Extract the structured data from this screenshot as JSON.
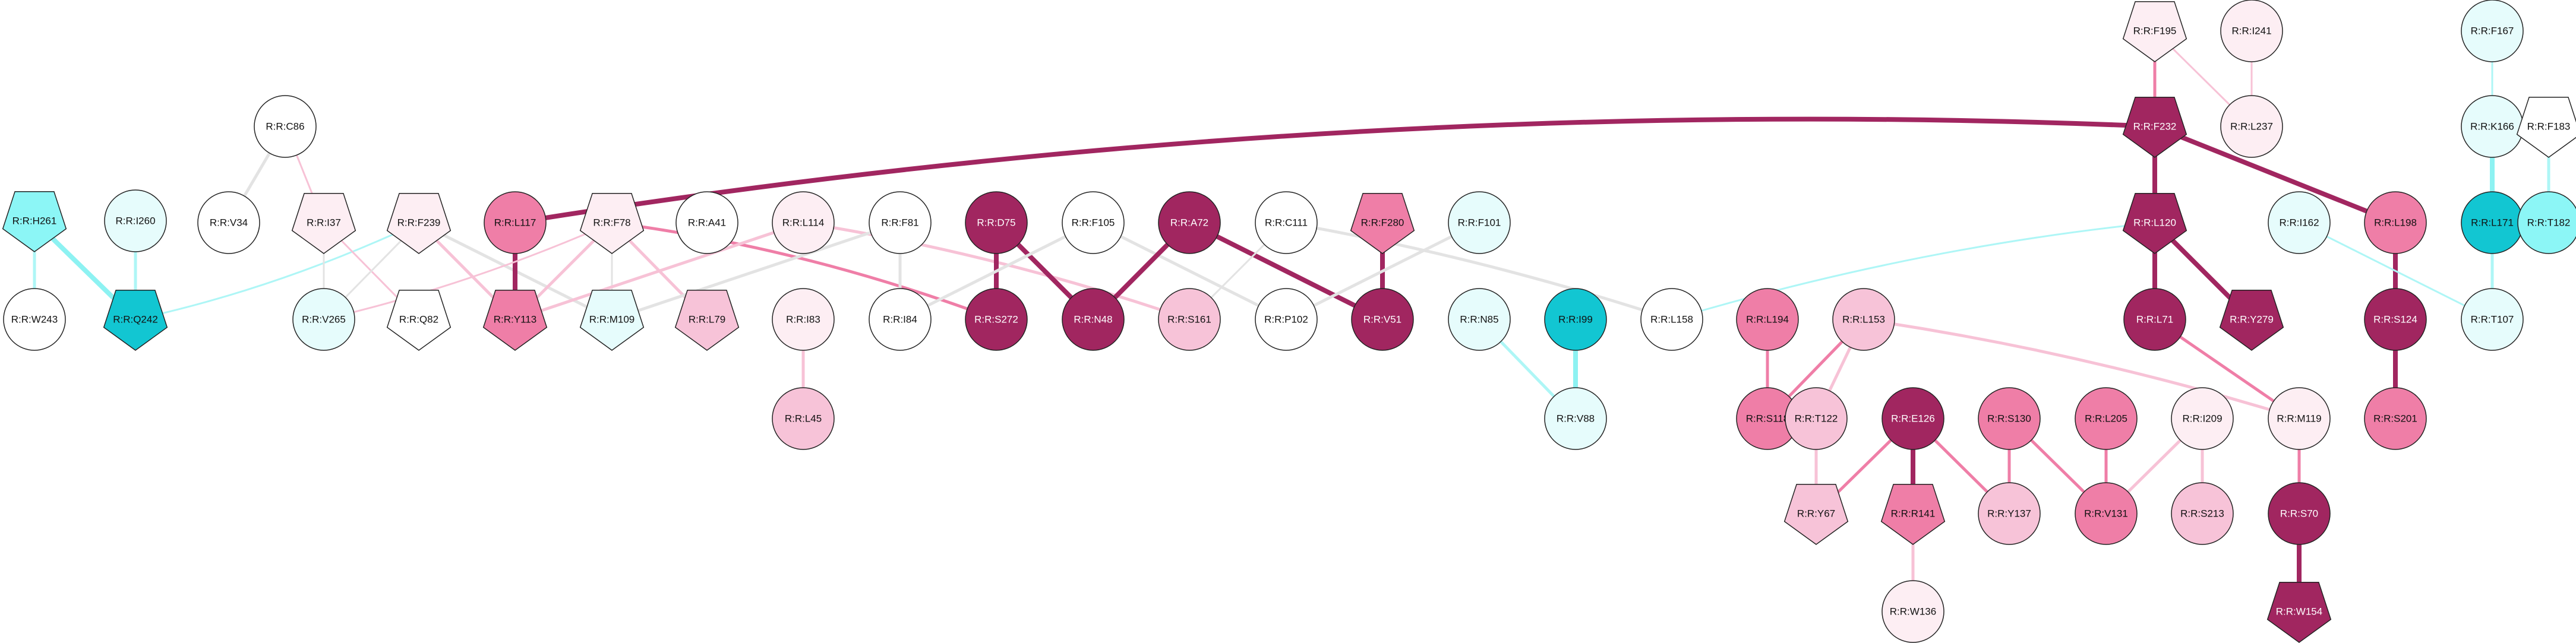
{
  "colors": {
    "white": "#ffffff",
    "ice": "#e6fcfc",
    "aqua": "#8cf6f6",
    "teal": "#12c6d2",
    "blush": "#fdeef3",
    "pink": "#f7c3d8",
    "rose": "#ef7ea7",
    "plum": "#a12660",
    "grey_edge": "#e3e3e3",
    "aqua_edge": "#aef6f6",
    "teal_edge": "#8df2f2",
    "pink_edge": "#f7c2d6",
    "rose_edge": "#ef7ea7",
    "plum_edge": "#a12660"
  },
  "nodes": [
    {
      "id": "H261",
      "label": "R:R:H261",
      "shape": "pentagon",
      "color": "aqua"
    },
    {
      "id": "I260",
      "label": "R:R:I260",
      "shape": "circle",
      "color": "ice"
    },
    {
      "id": "W243",
      "label": "R:R:W243",
      "shape": "circle",
      "color": "white"
    },
    {
      "id": "Q242",
      "label": "R:R:Q242",
      "shape": "pentagon",
      "color": "teal"
    },
    {
      "id": "C86",
      "label": "R:R:C86",
      "shape": "circle",
      "color": "white"
    },
    {
      "id": "V34",
      "label": "R:R:V34",
      "shape": "circle",
      "color": "white"
    },
    {
      "id": "I37",
      "label": "R:R:I37",
      "shape": "pentagon",
      "color": "blush"
    },
    {
      "id": "F239",
      "label": "R:R:F239",
      "shape": "pentagon",
      "color": "blush"
    },
    {
      "id": "V265",
      "label": "R:R:V265",
      "shape": "circle",
      "color": "ice"
    },
    {
      "id": "Q82",
      "label": "R:R:Q82",
      "shape": "pentagon",
      "color": "white"
    },
    {
      "id": "L117",
      "label": "R:R:L117",
      "shape": "circle",
      "color": "rose"
    },
    {
      "id": "Y113",
      "label": "R:R:Y113",
      "shape": "pentagon",
      "color": "rose"
    },
    {
      "id": "F78",
      "label": "R:R:F78",
      "shape": "pentagon",
      "color": "blush"
    },
    {
      "id": "M109",
      "label": "R:R:M109",
      "shape": "pentagon",
      "color": "ice"
    },
    {
      "id": "A41",
      "label": "R:R:A41",
      "shape": "circle",
      "color": "white"
    },
    {
      "id": "L79",
      "label": "R:R:L79",
      "shape": "pentagon",
      "color": "pink"
    },
    {
      "id": "L114",
      "label": "R:R:L114",
      "shape": "circle",
      "color": "blush"
    },
    {
      "id": "I83",
      "label": "R:R:I83",
      "shape": "circle",
      "color": "blush"
    },
    {
      "id": "L45",
      "label": "R:R:L45",
      "shape": "circle",
      "color": "pink"
    },
    {
      "id": "F81",
      "label": "R:R:F81",
      "shape": "circle",
      "color": "white"
    },
    {
      "id": "I84",
      "label": "R:R:I84",
      "shape": "circle",
      "color": "white"
    },
    {
      "id": "D75",
      "label": "R:R:D75",
      "shape": "circle",
      "color": "plum"
    },
    {
      "id": "S272",
      "label": "R:R:S272",
      "shape": "circle",
      "color": "plum"
    },
    {
      "id": "F105",
      "label": "R:R:F105",
      "shape": "circle",
      "color": "white"
    },
    {
      "id": "N48",
      "label": "R:R:N48",
      "shape": "circle",
      "color": "plum"
    },
    {
      "id": "A72",
      "label": "R:R:A72",
      "shape": "circle",
      "color": "plum"
    },
    {
      "id": "S161",
      "label": "R:R:S161",
      "shape": "circle",
      "color": "pink"
    },
    {
      "id": "C111",
      "label": "R:R:C111",
      "shape": "circle",
      "color": "white"
    },
    {
      "id": "P102",
      "label": "R:R:P102",
      "shape": "circle",
      "color": "white"
    },
    {
      "id": "F280",
      "label": "R:R:F280",
      "shape": "pentagon",
      "color": "rose"
    },
    {
      "id": "V51",
      "label": "R:R:V51",
      "shape": "circle",
      "color": "plum"
    },
    {
      "id": "F101",
      "label": "R:R:F101",
      "shape": "circle",
      "color": "ice"
    },
    {
      "id": "N85",
      "label": "R:R:N85",
      "shape": "circle",
      "color": "ice"
    },
    {
      "id": "I99",
      "label": "R:R:I99",
      "shape": "circle",
      "color": "teal"
    },
    {
      "id": "V88",
      "label": "R:R:V88",
      "shape": "circle",
      "color": "ice"
    },
    {
      "id": "L158",
      "label": "R:R:L158",
      "shape": "circle",
      "color": "white"
    },
    {
      "id": "L194",
      "label": "R:R:L194",
      "shape": "circle",
      "color": "rose"
    },
    {
      "id": "S118",
      "label": "R:R:S118",
      "shape": "circle",
      "color": "rose"
    },
    {
      "id": "L153",
      "label": "R:R:L153",
      "shape": "circle",
      "color": "pink"
    },
    {
      "id": "T122",
      "label": "R:R:T122",
      "shape": "circle",
      "color": "pink"
    },
    {
      "id": "Y67",
      "label": "R:R:Y67",
      "shape": "pentagon",
      "color": "pink"
    },
    {
      "id": "E126",
      "label": "R:R:E126",
      "shape": "circle",
      "color": "plum"
    },
    {
      "id": "R141",
      "label": "R:R:R141",
      "shape": "pentagon",
      "color": "rose"
    },
    {
      "id": "W136",
      "label": "R:R:W136",
      "shape": "circle",
      "color": "blush"
    },
    {
      "id": "S130",
      "label": "R:R:S130",
      "shape": "circle",
      "color": "rose"
    },
    {
      "id": "Y137",
      "label": "R:R:Y137",
      "shape": "circle",
      "color": "pink"
    },
    {
      "id": "L205",
      "label": "R:R:L205",
      "shape": "circle",
      "color": "rose"
    },
    {
      "id": "V131",
      "label": "R:R:V131",
      "shape": "circle",
      "color": "rose"
    },
    {
      "id": "I209",
      "label": "R:R:I209",
      "shape": "circle",
      "color": "blush"
    },
    {
      "id": "S213",
      "label": "R:R:S213",
      "shape": "circle",
      "color": "pink"
    },
    {
      "id": "F195",
      "label": "R:R:F195",
      "shape": "pentagon",
      "color": "blush"
    },
    {
      "id": "I241",
      "label": "R:R:I241",
      "shape": "circle",
      "color": "blush"
    },
    {
      "id": "L237",
      "label": "R:R:L237",
      "shape": "circle",
      "color": "blush"
    },
    {
      "id": "F232",
      "label": "R:R:F232",
      "shape": "pentagon",
      "color": "plum"
    },
    {
      "id": "L120",
      "label": "R:R:L120",
      "shape": "pentagon",
      "color": "plum"
    },
    {
      "id": "L71",
      "label": "R:R:L71",
      "shape": "circle",
      "color": "plum"
    },
    {
      "id": "Y279",
      "label": "R:R:Y279",
      "shape": "pentagon",
      "color": "plum"
    },
    {
      "id": "M119",
      "label": "R:R:M119",
      "shape": "circle",
      "color": "blush"
    },
    {
      "id": "S70",
      "label": "R:R:S70",
      "shape": "circle",
      "color": "plum"
    },
    {
      "id": "W154",
      "label": "R:R:W154",
      "shape": "pentagon",
      "color": "plum"
    },
    {
      "id": "L198",
      "label": "R:R:L198",
      "shape": "circle",
      "color": "rose"
    },
    {
      "id": "S124",
      "label": "R:R:S124",
      "shape": "circle",
      "color": "plum"
    },
    {
      "id": "S201",
      "label": "R:R:S201",
      "shape": "circle",
      "color": "rose"
    },
    {
      "id": "I162",
      "label": "R:R:I162",
      "shape": "circle",
      "color": "ice"
    },
    {
      "id": "T107",
      "label": "R:R:T107",
      "shape": "circle",
      "color": "ice"
    },
    {
      "id": "F167",
      "label": "R:R:F167",
      "shape": "circle",
      "color": "ice"
    },
    {
      "id": "K166",
      "label": "R:R:K166",
      "shape": "circle",
      "color": "ice"
    },
    {
      "id": "F183",
      "label": "R:R:F183",
      "shape": "pentagon",
      "color": "white"
    },
    {
      "id": "L171",
      "label": "R:R:L171",
      "shape": "circle",
      "color": "teal"
    },
    {
      "id": "T182",
      "label": "R:R:T182",
      "shape": "circle",
      "color": "aqua"
    }
  ],
  "edges": [
    {
      "source": "H261",
      "target": "W243",
      "color": "aqua_edge",
      "weight": 2
    },
    {
      "source": "H261",
      "target": "Q242",
      "color": "teal_edge",
      "weight": 3
    },
    {
      "source": "I260",
      "target": "Q242",
      "color": "aqua_edge",
      "weight": 2
    },
    {
      "source": "F239",
      "target": "Q242",
      "color": "aqua_edge",
      "weight": 1
    },
    {
      "source": "C86",
      "target": "V34",
      "color": "grey_edge",
      "weight": 2
    },
    {
      "source": "C86",
      "target": "I37",
      "color": "pink_edge",
      "weight": 1
    },
    {
      "source": "I37",
      "target": "V265",
      "color": "grey_edge",
      "weight": 1
    },
    {
      "source": "I37",
      "target": "Q82",
      "color": "pink_edge",
      "weight": 1
    },
    {
      "source": "F239",
      "target": "V265",
      "color": "grey_edge",
      "weight": 1
    },
    {
      "source": "F239",
      "target": "Y113",
      "color": "pink_edge",
      "weight": 2
    },
    {
      "source": "F239",
      "target": "M109",
      "color": "grey_edge",
      "weight": 2
    },
    {
      "source": "L117",
      "target": "Y113",
      "color": "plum_edge",
      "weight": 3
    },
    {
      "source": "L117",
      "target": "F232",
      "color": "plum_edge",
      "weight": 3
    },
    {
      "source": "F78",
      "target": "Y113",
      "color": "pink_edge",
      "weight": 2
    },
    {
      "source": "F78",
      "target": "M109",
      "color": "grey_edge",
      "weight": 1
    },
    {
      "source": "F78",
      "target": "L79",
      "color": "pink_edge",
      "weight": 2
    },
    {
      "source": "F78",
      "target": "S272",
      "color": "rose_edge",
      "weight": 2
    },
    {
      "source": "F78",
      "target": "V265",
      "color": "pink_edge",
      "weight": 1
    },
    {
      "source": "L114",
      "target": "Y113",
      "color": "pink_edge",
      "weight": 2
    },
    {
      "source": "L114",
      "target": "S161",
      "color": "pink_edge",
      "weight": 2
    },
    {
      "source": "I83",
      "target": "L45",
      "color": "pink_edge",
      "weight": 2
    },
    {
      "source": "F81",
      "target": "M109",
      "color": "grey_edge",
      "weight": 2
    },
    {
      "source": "F81",
      "target": "I84",
      "color": "grey_edge",
      "weight": 2
    },
    {
      "source": "D75",
      "target": "S272",
      "color": "plum_edge",
      "weight": 3
    },
    {
      "source": "D75",
      "target": "N48",
      "color": "plum_edge",
      "weight": 3
    },
    {
      "source": "F105",
      "target": "I84",
      "color": "grey_edge",
      "weight": 2
    },
    {
      "source": "F105",
      "target": "P102",
      "color": "grey_edge",
      "weight": 2
    },
    {
      "source": "A72",
      "target": "N48",
      "color": "plum_edge",
      "weight": 3
    },
    {
      "source": "A72",
      "target": "V51",
      "color": "plum_edge",
      "weight": 3
    },
    {
      "source": "C111",
      "target": "S161",
      "color": "grey_edge",
      "weight": 1
    },
    {
      "source": "C111",
      "target": "L158",
      "color": "grey_edge",
      "weight": 2
    },
    {
      "source": "F280",
      "target": "V51",
      "color": "plum_edge",
      "weight": 3
    },
    {
      "source": "F101",
      "target": "P102",
      "color": "grey_edge",
      "weight": 2
    },
    {
      "source": "N85",
      "target": "V88",
      "color": "aqua_edge",
      "weight": 2
    },
    {
      "source": "I99",
      "target": "V88",
      "color": "teal_edge",
      "weight": 3
    },
    {
      "source": "L158",
      "target": "L120",
      "color": "aqua_edge",
      "weight": 1
    },
    {
      "source": "L194",
      "target": "S118",
      "color": "rose_edge",
      "weight": 2
    },
    {
      "source": "L153",
      "target": "S118",
      "color": "rose_edge",
      "weight": 2
    },
    {
      "source": "L153",
      "target": "T122",
      "color": "pink_edge",
      "weight": 2
    },
    {
      "source": "L153",
      "target": "M119",
      "color": "pink_edge",
      "weight": 2
    },
    {
      "source": "T122",
      "target": "Y67",
      "color": "pink_edge",
      "weight": 2
    },
    {
      "source": "E126",
      "target": "Y67",
      "color": "rose_edge",
      "weight": 2
    },
    {
      "source": "E126",
      "target": "R141",
      "color": "plum_edge",
      "weight": 3
    },
    {
      "source": "E126",
      "target": "Y137",
      "color": "rose_edge",
      "weight": 2
    },
    {
      "source": "R141",
      "target": "W136",
      "color": "pink_edge",
      "weight": 2
    },
    {
      "source": "S130",
      "target": "Y137",
      "color": "rose_edge",
      "weight": 2
    },
    {
      "source": "S130",
      "target": "V131",
      "color": "rose_edge",
      "weight": 2
    },
    {
      "source": "L205",
      "target": "V131",
      "color": "rose_edge",
      "weight": 2
    },
    {
      "source": "I209",
      "target": "V131",
      "color": "pink_edge",
      "weight": 2
    },
    {
      "source": "I209",
      "target": "S213",
      "color": "pink_edge",
      "weight": 2
    },
    {
      "source": "F195",
      "target": "F232",
      "color": "rose_edge",
      "weight": 2
    },
    {
      "source": "I241",
      "target": "L237",
      "color": "pink_edge",
      "weight": 1
    },
    {
      "source": "F195",
      "target": "L237",
      "color": "pink_edge",
      "weight": 1
    },
    {
      "source": "F232",
      "target": "L120",
      "color": "plum_edge",
      "weight": 3
    },
    {
      "source": "F232",
      "target": "L198",
      "color": "plum_edge",
      "weight": 3
    },
    {
      "source": "L120",
      "target": "L71",
      "color": "plum_edge",
      "weight": 3
    },
    {
      "source": "L120",
      "target": "Y279",
      "color": "plum_edge",
      "weight": 3
    },
    {
      "source": "L71",
      "target": "M119",
      "color": "rose_edge",
      "weight": 2
    },
    {
      "source": "M119",
      "target": "S70",
      "color": "rose_edge",
      "weight": 2
    },
    {
      "source": "S70",
      "target": "W154",
      "color": "plum_edge",
      "weight": 3
    },
    {
      "source": "L198",
      "target": "S124",
      "color": "plum_edge",
      "weight": 3
    },
    {
      "source": "S124",
      "target": "S201",
      "color": "plum_edge",
      "weight": 3
    },
    {
      "source": "I162",
      "target": "T107",
      "color": "aqua_edge",
      "weight": 1
    },
    {
      "source": "F167",
      "target": "K166",
      "color": "aqua_edge",
      "weight": 1
    },
    {
      "source": "K166",
      "target": "L171",
      "color": "teal_edge",
      "weight": 3
    },
    {
      "source": "L171",
      "target": "T107",
      "color": "aqua_edge",
      "weight": 2
    },
    {
      "source": "F183",
      "target": "T182",
      "color": "aqua_edge",
      "weight": 2
    }
  ]
}
